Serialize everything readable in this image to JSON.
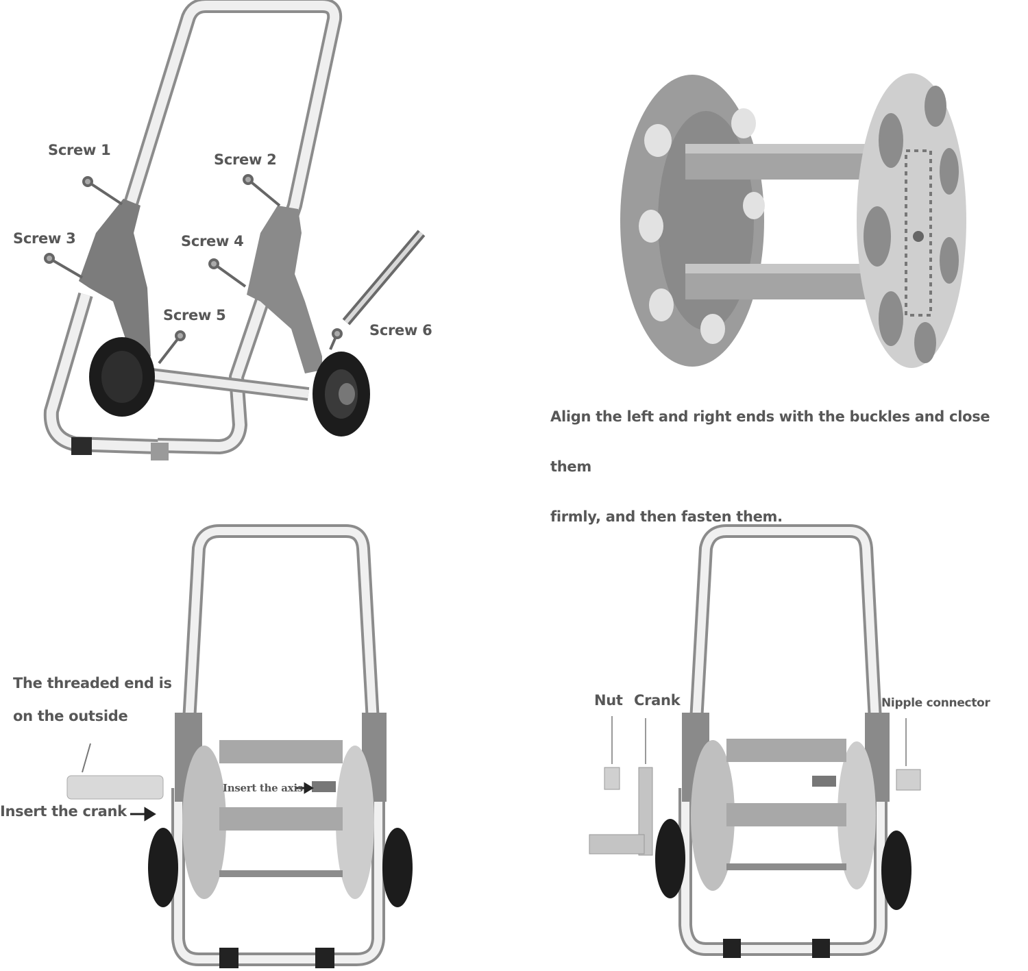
{
  "panel1": {
    "screws": [
      "Screw 1",
      "Screw 2",
      "Screw 3",
      "Screw 4",
      "Screw 5",
      "Screw 6"
    ]
  },
  "panel2": {
    "instruction_line1": "Align the left and right ends with the buckles and close them",
    "instruction_line2": "firmly, and then fasten them."
  },
  "panel3": {
    "threaded_line1": "The threaded end is",
    "threaded_line2": "on the outside",
    "insert_crank": "Insert the crank",
    "insert_axis": "Insert the axis"
  },
  "panel4": {
    "nut": "Nut",
    "crank": "Crank",
    "nipple": "Nipple connector"
  },
  "colors": {
    "text": "#575757",
    "frame": "#bdbdbd",
    "plastic": "#9a9a9a",
    "reel_light": "#d6d6d6",
    "wheel": "#1c1c1c"
  }
}
